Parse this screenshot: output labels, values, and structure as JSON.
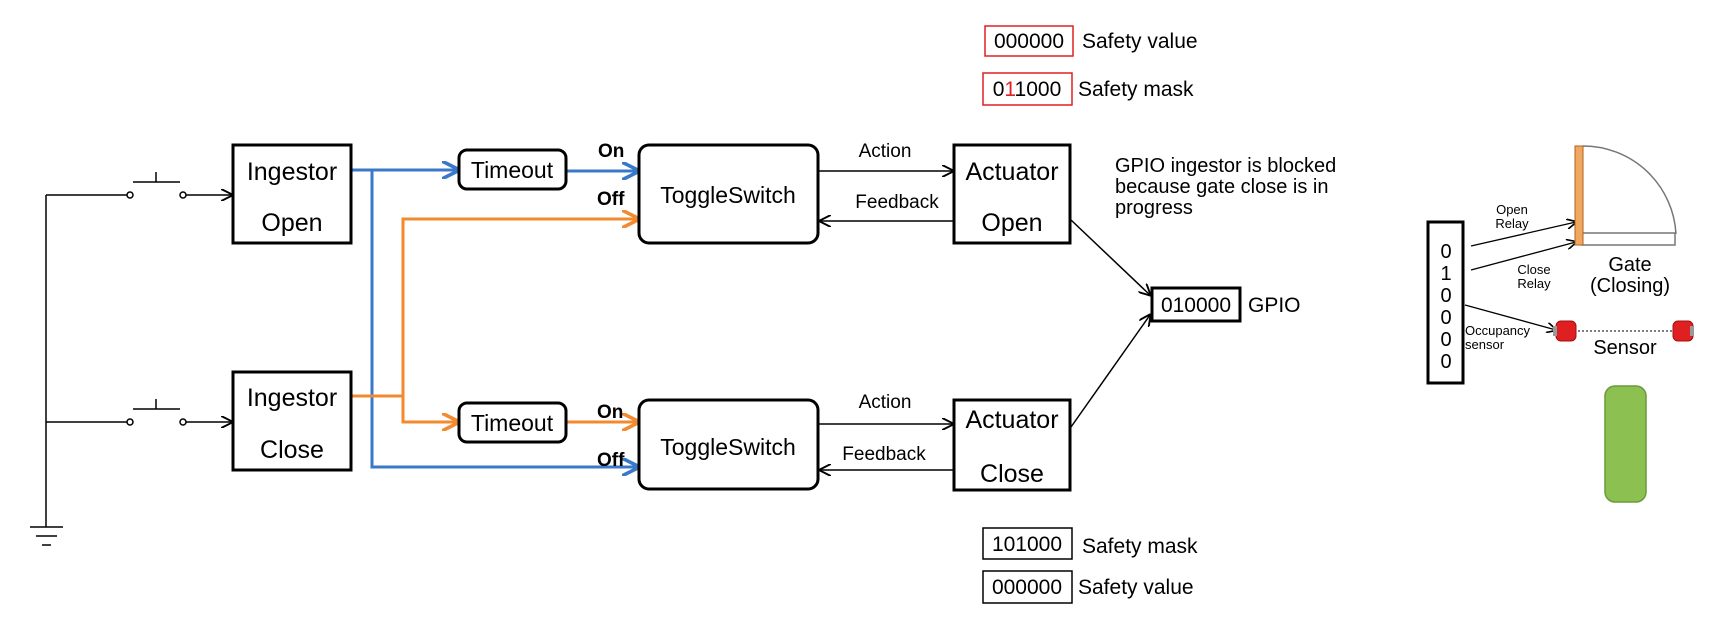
{
  "ingestor_open": {
    "line1": "Ingestor",
    "line2": "Open"
  },
  "ingestor_close": {
    "line1": "Ingestor",
    "line2": "Close"
  },
  "timeout_top": "Timeout",
  "timeout_bottom": "Timeout",
  "toggle_top": "ToggleSwitch",
  "toggle_bottom": "ToggleSwitch",
  "actuator_open": {
    "line1": "Actuator",
    "line2": "Open"
  },
  "actuator_close": {
    "line1": "Actuator",
    "line2": "Close"
  },
  "labels": {
    "on_top": "On",
    "off_top": "Off",
    "on_bottom": "On",
    "off_bottom": "Off",
    "action_top": "Action",
    "feedback_top": "Feedback",
    "action_bottom": "Action",
    "feedback_bottom": "Feedback"
  },
  "safety_top": {
    "value_register": "000000",
    "value_label": "Safety value",
    "mask_prefix": "0",
    "mask_highlight": "1",
    "mask_suffix": "1000",
    "mask_label": "Safety mask"
  },
  "safety_bottom": {
    "mask_register": "101000",
    "mask_label": "Safety mask",
    "value_register": "000000",
    "value_label": "Safety value"
  },
  "gpio": {
    "register": "010000",
    "label": "GPIO"
  },
  "note": {
    "line1": "GPIO ingestor is blocked",
    "line2": "because gate close is in",
    "line3": "progress"
  },
  "gate": {
    "register_bits": [
      "0",
      "1",
      "0",
      "0",
      "0",
      "0"
    ],
    "open_relay": [
      "Open",
      "Relay"
    ],
    "close_relay": [
      "Close",
      "Relay"
    ],
    "occupancy": [
      "Occupancy",
      "sensor"
    ],
    "gate_label": [
      "Gate",
      "(Closing)"
    ],
    "sensor_label": "Sensor"
  },
  "colors": {
    "blue_wire": "#3a78c9",
    "orange_wire": "#f28a30",
    "highlight_red": "#e02020",
    "gate_bar": "#f0a860",
    "vehicle_green": "#8cc152",
    "sensor_red": "#e02020"
  }
}
